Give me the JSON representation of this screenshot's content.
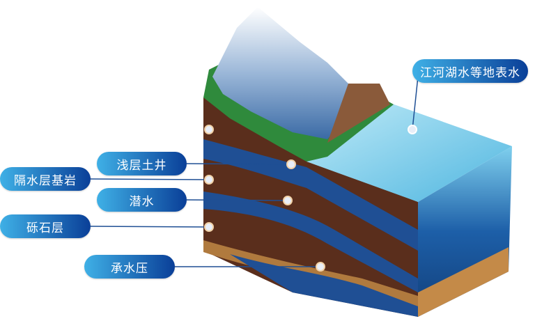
{
  "labels": {
    "surface_water": "江河湖水等地表水",
    "shallow_well": "浅层土井",
    "aquitard_bedrock": "隔水层基岩",
    "phreatic_water": "潜水",
    "gravel_layer": "砾石层",
    "confined_water": "承水压"
  },
  "colors": {
    "pill_start": "#3fb0e6",
    "pill_end": "#0a3f98",
    "soil": "#5a2e1c",
    "water": "#1d5fa8"
  }
}
